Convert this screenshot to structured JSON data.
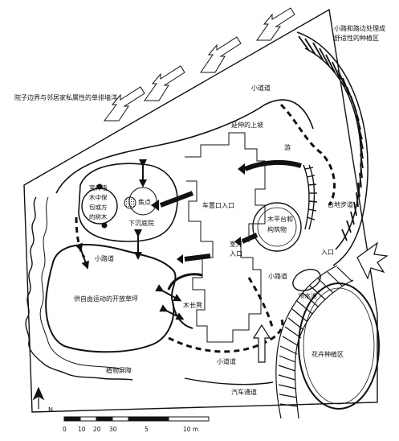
{
  "labels": {
    "top_right_1": "小路和路边处理成",
    "top_right_2": "舒适性的种植区",
    "left_top": "院子边界与邻居家私属性的单排墙洋",
    "trail_top": "小道道",
    "trail_dashed": "延伸的上坡",
    "walk": "游",
    "slope": "台地步道",
    "circle_1": "室外墙",
    "circle_2": "木中保",
    "circle_3": "包或方",
    "circle_4": "的树木",
    "focal": "焦点",
    "lower_yard": "下沉庭院",
    "entry_top": "车置口入口",
    "wood_platform_1": "木平台和",
    "wood_platform_2": "构筑物",
    "main_entry_1": "室外",
    "main_entry_2": "入口",
    "path_left": "小路道",
    "path_right": "小路道",
    "free_lawn": "供自由运动的开放草坪",
    "bench": "木长凳",
    "entrance_right": "入口",
    "pond": "喷水池",
    "trail_bottom": "小道道",
    "plant_screen": "植物屏障",
    "flower_bed": "花卉种植区",
    "driveway": "汽车通道",
    "north": "N",
    "scale_0": "0",
    "scale_10": "10",
    "scale_20": "20",
    "scale_30": "30",
    "scale_50": "5",
    "scale_100": "10 m"
  }
}
